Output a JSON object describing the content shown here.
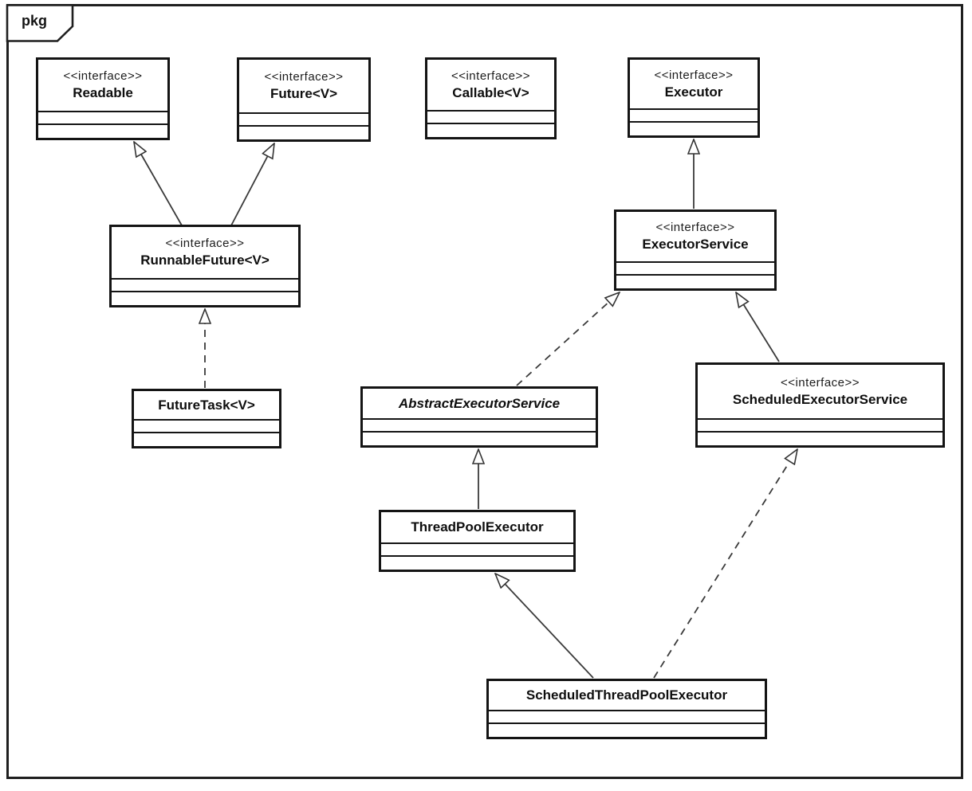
{
  "frame": {
    "label": "pkg"
  },
  "diagram": {
    "type": "uml-class-diagram",
    "classes": [
      {
        "id": "readable",
        "stereotype": "<<interface>>",
        "name": "Readable",
        "kind": "interface"
      },
      {
        "id": "future",
        "stereotype": "<<interface>>",
        "name": "Future<V>",
        "kind": "interface"
      },
      {
        "id": "callable",
        "stereotype": "<<interface>>",
        "name": "Callable<V>",
        "kind": "interface"
      },
      {
        "id": "executor",
        "stereotype": "<<interface>>",
        "name": "Executor",
        "kind": "interface"
      },
      {
        "id": "runnablefuture",
        "stereotype": "<<interface>>",
        "name": "RunnableFuture<V>",
        "kind": "interface"
      },
      {
        "id": "executorservice",
        "stereotype": "<<interface>>",
        "name": "ExecutorService",
        "kind": "interface"
      },
      {
        "id": "futuretask",
        "stereotype": "",
        "name": "FutureTask<V>",
        "kind": "class"
      },
      {
        "id": "abstractexecutorservice",
        "stereotype": "",
        "name": "AbstractExecutorService",
        "kind": "abstract-class"
      },
      {
        "id": "scheduledexecutorservice",
        "stereotype": "<<interface>>",
        "name": "ScheduledExecutorService",
        "kind": "interface"
      },
      {
        "id": "threadpoolexecutor",
        "stereotype": "",
        "name": "ThreadPoolExecutor",
        "kind": "class"
      },
      {
        "id": "scheduledthreadpoolexecutor",
        "stereotype": "",
        "name": "ScheduledThreadPoolExecutor",
        "kind": "class"
      }
    ],
    "relationships": [
      {
        "from": "RunnableFuture<V>",
        "to": "Readable",
        "type": "generalization",
        "line": "solid"
      },
      {
        "from": "RunnableFuture<V>",
        "to": "Future<V>",
        "type": "generalization",
        "line": "solid"
      },
      {
        "from": "FutureTask<V>",
        "to": "RunnableFuture<V>",
        "type": "realization",
        "line": "dashed"
      },
      {
        "from": "ExecutorService",
        "to": "Executor",
        "type": "generalization",
        "line": "solid"
      },
      {
        "from": "AbstractExecutorService",
        "to": "ExecutorService",
        "type": "realization",
        "line": "dashed"
      },
      {
        "from": "ScheduledExecutorService",
        "to": "ExecutorService",
        "type": "generalization",
        "line": "solid"
      },
      {
        "from": "ThreadPoolExecutor",
        "to": "AbstractExecutorService",
        "type": "generalization",
        "line": "solid"
      },
      {
        "from": "ScheduledThreadPoolExecutor",
        "to": "ThreadPoolExecutor",
        "type": "generalization",
        "line": "solid"
      },
      {
        "from": "ScheduledThreadPoolExecutor",
        "to": "ScheduledExecutorService",
        "type": "realization",
        "line": "dashed"
      }
    ]
  },
  "colors": {
    "background": "#ffffff",
    "box_border": "#141414",
    "edge_line": "#3a3a3a",
    "text": "#0e0e0e"
  }
}
